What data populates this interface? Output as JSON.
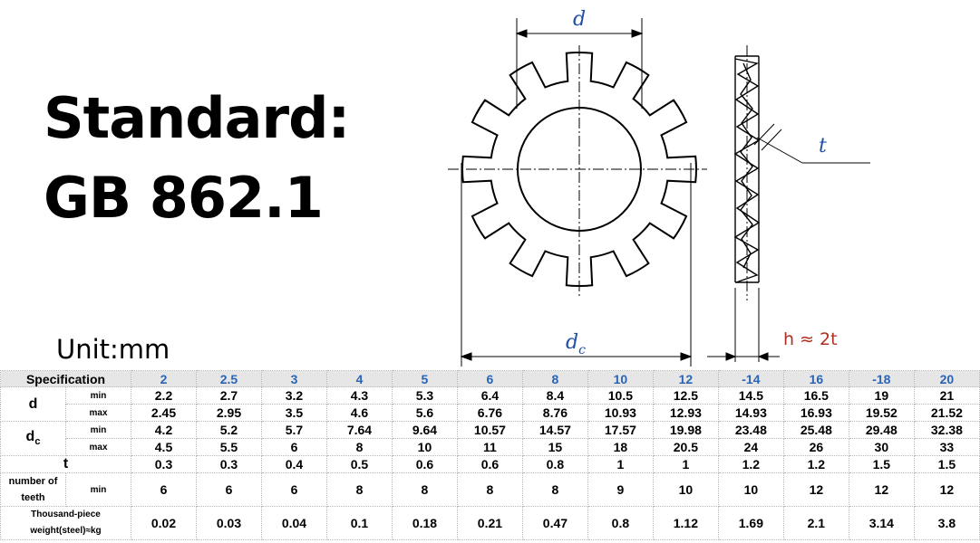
{
  "heading": {
    "line1": "Standard:",
    "line2": "GB 862.1",
    "unit": "Unit:mm"
  },
  "drawing_labels": {
    "d": "d",
    "dc_base": "d",
    "dc_sub": "c",
    "t": "t",
    "h": "h ≈ 2t"
  },
  "table": {
    "header_label": "Specification",
    "sizes": [
      "2",
      "2.5",
      "3",
      "4",
      "5",
      "6",
      "8",
      "10",
      "12",
      "-14",
      "16",
      "-18",
      "20"
    ],
    "rows": {
      "d": {
        "label": "d",
        "min_label": "min",
        "max_label": "max",
        "min": [
          "2.2",
          "2.7",
          "3.2",
          "4.3",
          "5.3",
          "6.4",
          "8.4",
          "10.5",
          "12.5",
          "14.5",
          "16.5",
          "19",
          "21"
        ],
        "max": [
          "2.45",
          "2.95",
          "3.5",
          "4.6",
          "5.6",
          "6.76",
          "8.76",
          "10.93",
          "12.93",
          "14.93",
          "16.93",
          "19.52",
          "21.52"
        ]
      },
      "dc": {
        "label_base": "d",
        "label_sub": "c",
        "min_label": "min",
        "max_label": "max",
        "min": [
          "4.2",
          "5.2",
          "5.7",
          "7.64",
          "9.64",
          "10.57",
          "14.57",
          "17.57",
          "19.98",
          "23.48",
          "25.48",
          "29.48",
          "32.38"
        ],
        "max": [
          "4.5",
          "5.5",
          "6",
          "8",
          "10",
          "11",
          "15",
          "18",
          "20.5",
          "24",
          "26",
          "30",
          "33"
        ]
      },
      "t": {
        "label": "t",
        "values": [
          "0.3",
          "0.3",
          "0.4",
          "0.5",
          "0.6",
          "0.6",
          "0.8",
          "1",
          "1",
          "1.2",
          "1.2",
          "1.5",
          "1.5"
        ]
      },
      "teeth": {
        "label": "number of teeth",
        "sub_label": "min",
        "values": [
          "6",
          "6",
          "6",
          "8",
          "8",
          "8",
          "8",
          "9",
          "10",
          "10",
          "12",
          "12",
          "12"
        ]
      },
      "weight": {
        "label": "Thousand-piece weight(steel)≈kg",
        "values": [
          "0.02",
          "0.03",
          "0.04",
          "0.1",
          "0.18",
          "0.21",
          "0.47",
          "0.8",
          "1.12",
          "1.69",
          "2.1",
          "3.14",
          "3.8"
        ]
      }
    }
  },
  "colors": {
    "header_bg": "#e6e6e6",
    "size_blue": "#2a64b4",
    "label_blue": "#1f4fa8",
    "h_label": "#b03020"
  }
}
